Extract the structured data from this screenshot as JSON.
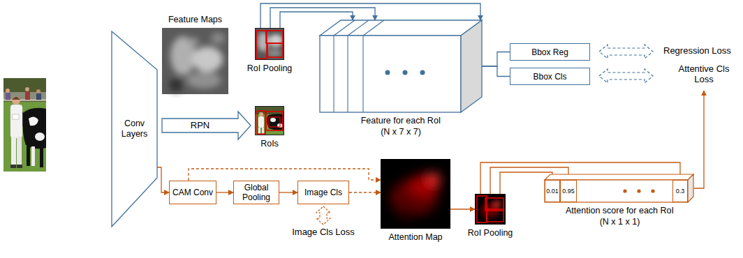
{
  "diagram": {
    "nodes": [
      {
        "text": [
          "Conv Layers"
        ]
      },
      {
        "text": [
          "Feature Maps"
        ]
      },
      {
        "text": [
          "RoI Pooling"
        ]
      },
      {
        "text": [
          "RoIs"
        ]
      },
      {
        "text": [
          "Feature for each RoI",
          "(N x 7 x 7)"
        ]
      },
      {
        "text": [
          "Bbox Reg"
        ]
      },
      {
        "text": [
          "Bbox Cls"
        ]
      },
      {
        "text": [
          "CAM Conv"
        ]
      },
      {
        "text": [
          "Global Pooling"
        ]
      },
      {
        "text": [
          "Image Cls"
        ]
      },
      {
        "text": [
          "Attention Map"
        ]
      },
      {
        "text": [
          "RoI Pooling"
        ]
      },
      {
        "text": [
          "Attention score for each RoI",
          "(N x 1 x 1)"
        ]
      },
      {
        "text": [
          "0.01"
        ],
        "in": 12
      },
      {
        "text": [
          "0.95"
        ],
        "in": 12
      },
      {
        "text": [
          "0.3"
        ],
        "in": 12
      }
    ],
    "edges": [
      {
        "from": 0,
        "to": 3,
        "label": "RPN",
        "arrow": "to"
      },
      {
        "from": 2,
        "to": 4,
        "arrow": "to"
      },
      {
        "from": 2,
        "to": 4,
        "arrow": "to"
      },
      {
        "from": 2,
        "to": 4,
        "arrow": "to"
      },
      {
        "from": 4,
        "to": 5,
        "arrow": "none"
      },
      {
        "from": 4,
        "to": 6,
        "arrow": "none"
      },
      {
        "from": 0,
        "to": 7,
        "arrow": "to"
      },
      {
        "from": 7,
        "to": 8,
        "arrow": "to"
      },
      {
        "from": 8,
        "to": 9,
        "arrow": "to"
      },
      {
        "from": 7,
        "to": 10,
        "arrow": "to"
      },
      {
        "from": 9,
        "to": 10,
        "arrow": "to"
      },
      {
        "from": 10,
        "to": 11,
        "arrow": "to"
      },
      {
        "from": 11,
        "to": 13,
        "arrow": "to"
      },
      {
        "from": 11,
        "to": 14,
        "arrow": "to"
      },
      {
        "from": 11,
        "to": 15,
        "arrow": "to"
      }
    ],
    "labels": [
      "Regression Loss",
      "Attentive Cls Loss",
      "Image Cls Loss"
    ]
  }
}
